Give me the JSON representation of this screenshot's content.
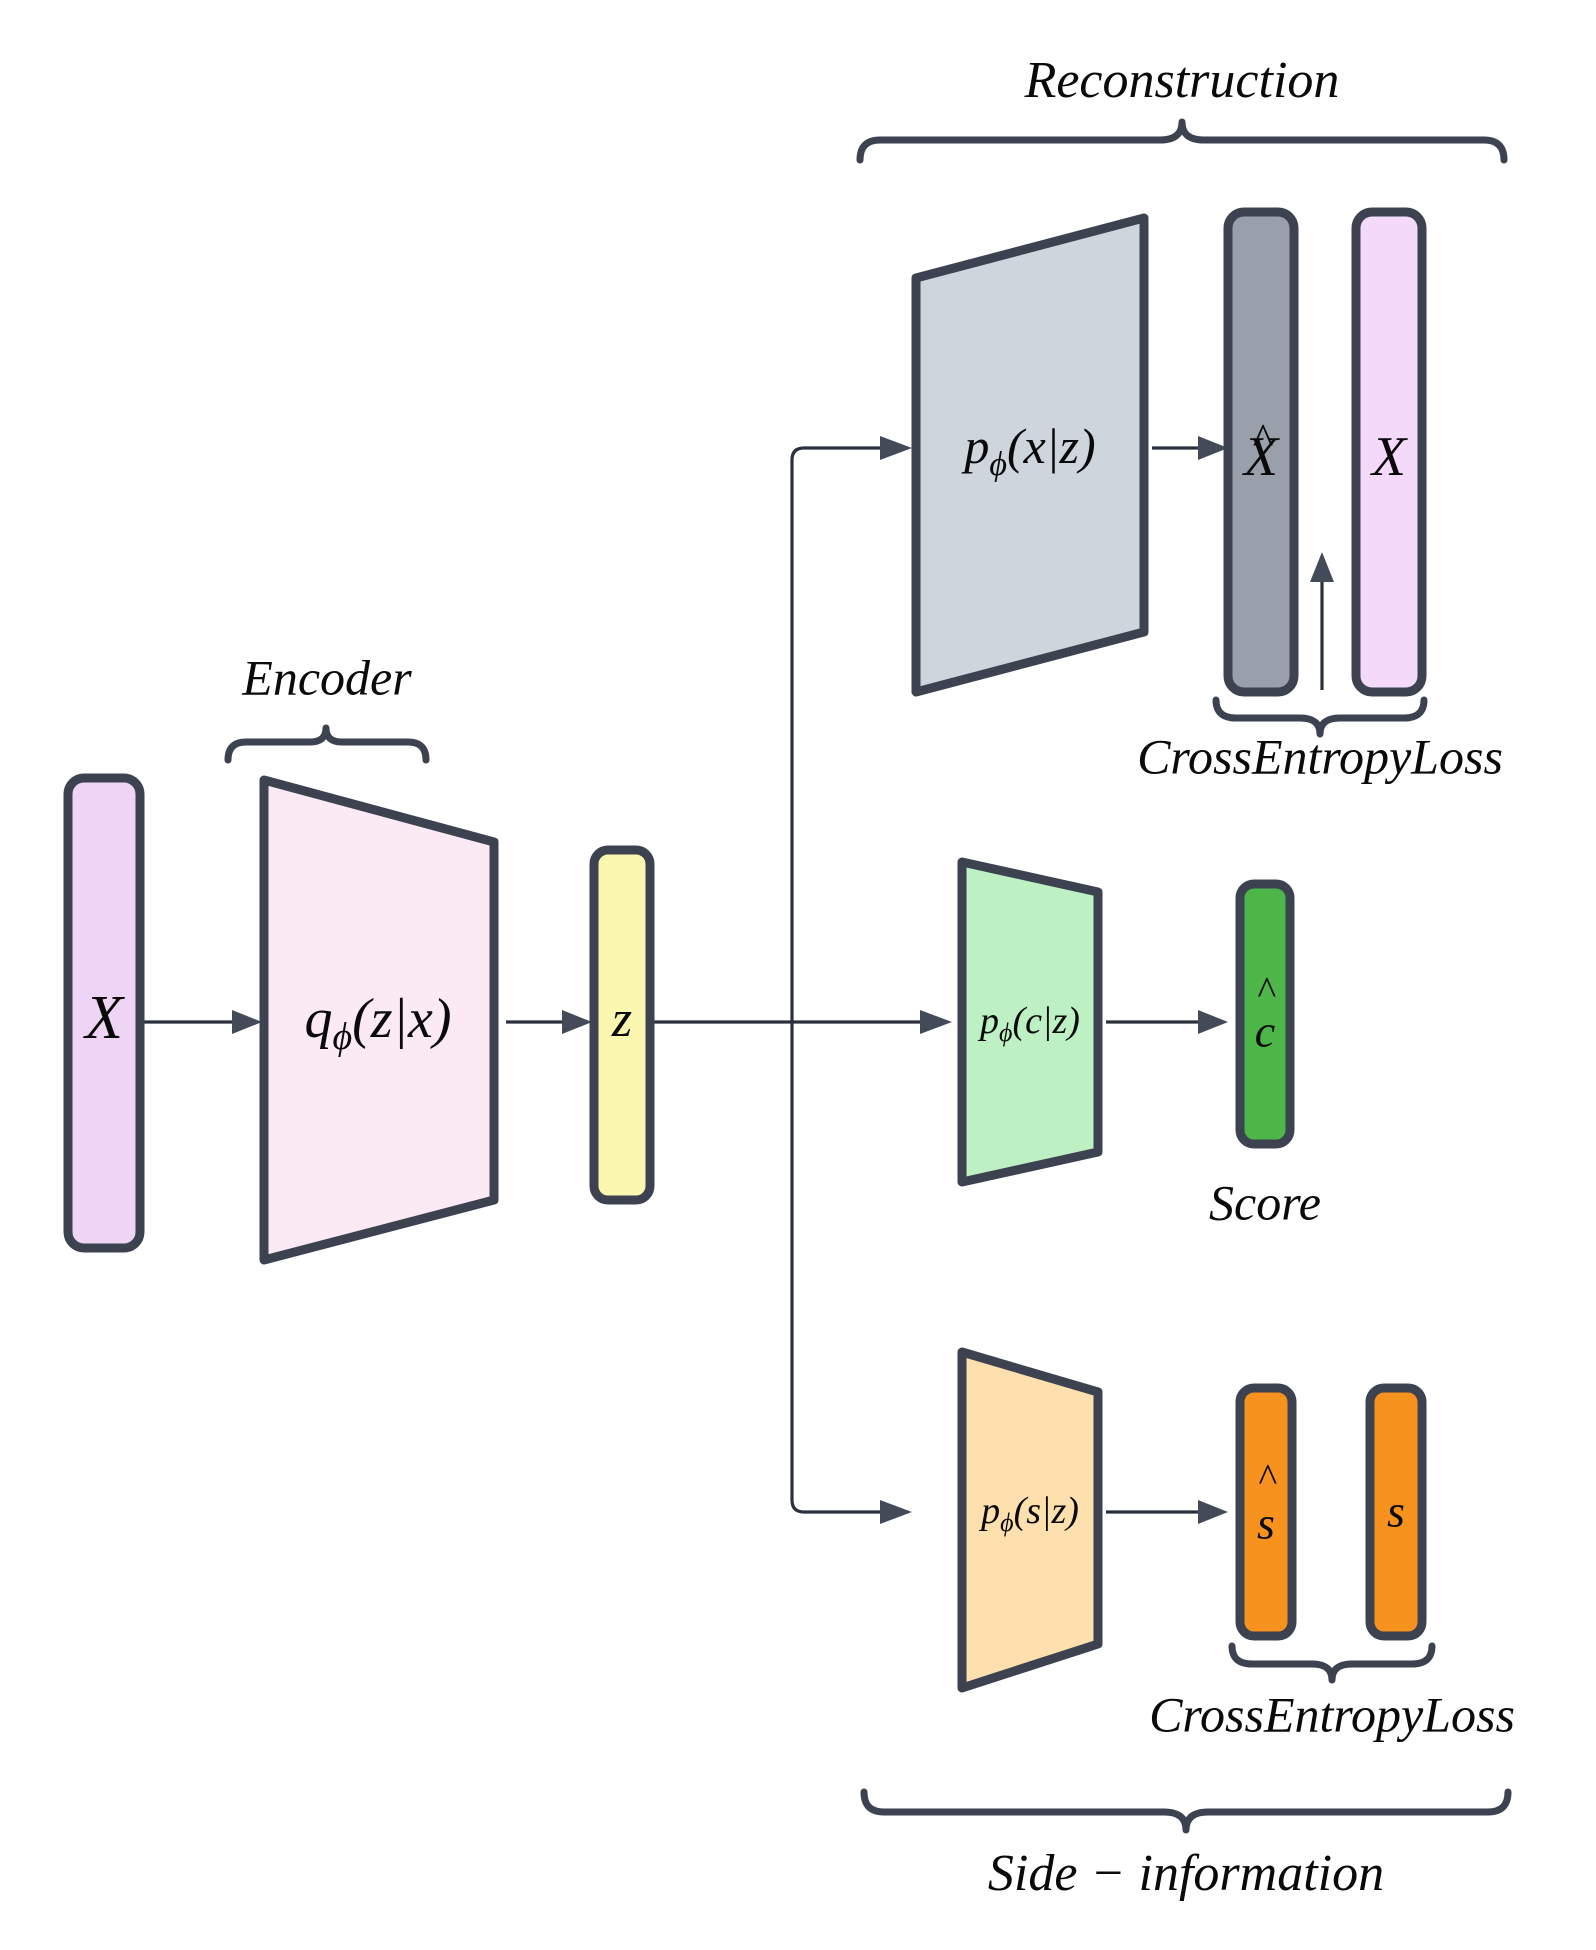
{
  "figure": {
    "title": "VAE with reconstruction, score and side-information decoders",
    "background_color": "#ffffff",
    "outline_color": "#3c4250",
    "line_color": "#2b313c"
  },
  "group_labels": {
    "encoder": "Encoder",
    "reconstruction": "Reconstruction",
    "cross_entropy_top": "CrossEntropyLoss",
    "score": "Score",
    "cross_entropy_bottom": "CrossEntropyLoss",
    "side_information": "Side − information"
  },
  "nodes": {
    "input_x": {
      "label": "X",
      "color": "#eed4f5",
      "shape": "bar"
    },
    "encoder": {
      "label": "q_ϕ(z|x)",
      "color": "#fbe9f4",
      "shape": "trapezoid"
    },
    "latent_z": {
      "label": "z",
      "color": "#fbf7b0",
      "shape": "bar"
    },
    "decoder_x": {
      "label": "p_ϕ(x|z)",
      "color": "#ced5dd",
      "shape": "trapezoid"
    },
    "x_hat": {
      "label": "X̂",
      "color": "#9aa0ab",
      "shape": "bar"
    },
    "x_target": {
      "label": "X",
      "color": "#f4d9fa",
      "shape": "bar"
    },
    "decoder_c": {
      "label": "p_ϕ(c|z)",
      "color": "#bdf0c3",
      "shape": "trapezoid"
    },
    "c_hat": {
      "label": "ĉ",
      "color": "#4cb748",
      "shape": "bar"
    },
    "decoder_s": {
      "label": "p_ϕ(s|z)",
      "color": "#fde0ad",
      "shape": "trapezoid"
    },
    "s_hat": {
      "label": "ŝ",
      "color": "#f7921e",
      "shape": "bar"
    },
    "s_target": {
      "label": "s",
      "color": "#f7921e",
      "shape": "bar"
    }
  },
  "formulas": {
    "encoder": {
      "base": "q",
      "sub": "ϕ",
      "arg": "(z|x)"
    },
    "decoder_x": {
      "base": "p",
      "sub": "ϕ",
      "arg": "(x|z)"
    },
    "decoder_c": {
      "base": "p",
      "sub": "ϕ",
      "arg": "(c|z)"
    },
    "decoder_s": {
      "base": "p",
      "sub": "ϕ",
      "arg": "(s|z)"
    }
  },
  "symbols": {
    "x": "X",
    "z": "z",
    "x_hat_base": "X",
    "c_hat_base": "c",
    "s_hat_base": "s",
    "s_plain": "s",
    "hat": "^"
  }
}
